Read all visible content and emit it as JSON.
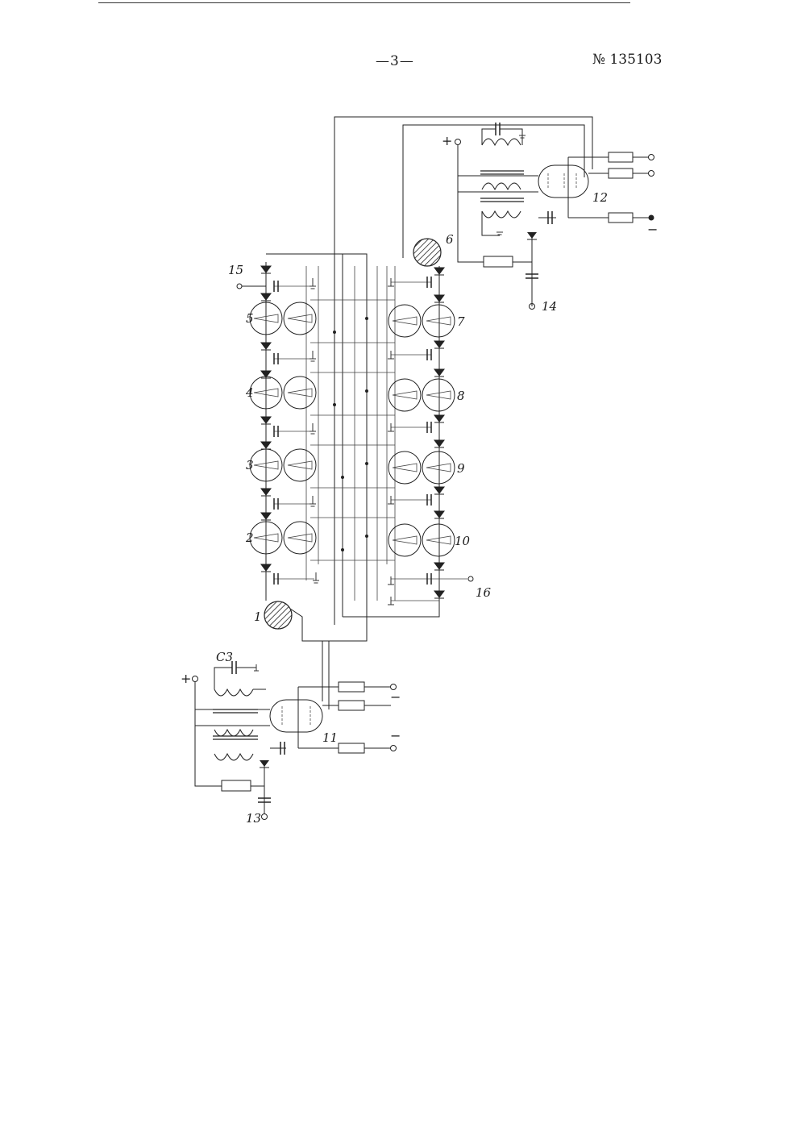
{
  "header": {
    "page_number": "—3—",
    "patent_number": "№ 135103"
  },
  "labels": {
    "tube_1": "1",
    "tube_2": "2",
    "tube_3": "3",
    "tube_4": "4",
    "tube_5": "5",
    "tube_6": "6",
    "tube_7": "7",
    "tube_8": "8",
    "tube_9": "9",
    "tube_10": "10",
    "tube_11": "11",
    "tube_12": "12",
    "terminal_13": "13",
    "terminal_14": "14",
    "terminal_15": "15",
    "terminal_16": "16",
    "capacitor_c3": "C3",
    "plus_top": "+",
    "plus_bottom": "+",
    "minus_top": "−",
    "minus_bottom_1": "−",
    "minus_bottom_2": "−"
  }
}
